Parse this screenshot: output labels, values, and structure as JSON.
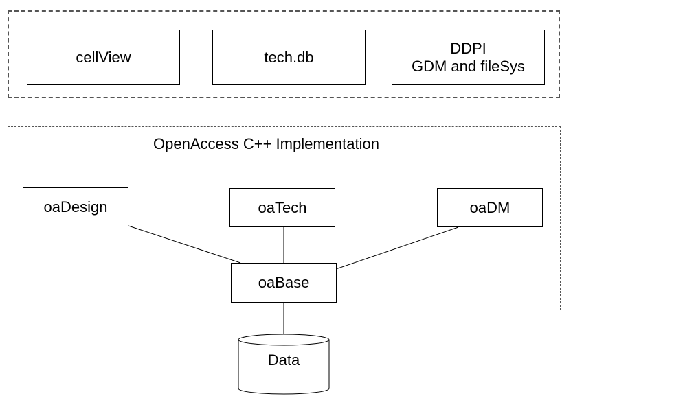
{
  "top_group": {
    "boxes": [
      {
        "label": "cellView"
      },
      {
        "label": "tech.db"
      },
      {
        "label_line1": "DDPI",
        "label_line2": "GDM and fileSys"
      }
    ]
  },
  "impl_group": {
    "title": "OpenAccess C++ Implementation",
    "nodes": {
      "design": "oaDesign",
      "tech": "oaTech",
      "dm": "oaDM",
      "base": "oaBase"
    }
  },
  "storage": {
    "label": "Data"
  }
}
